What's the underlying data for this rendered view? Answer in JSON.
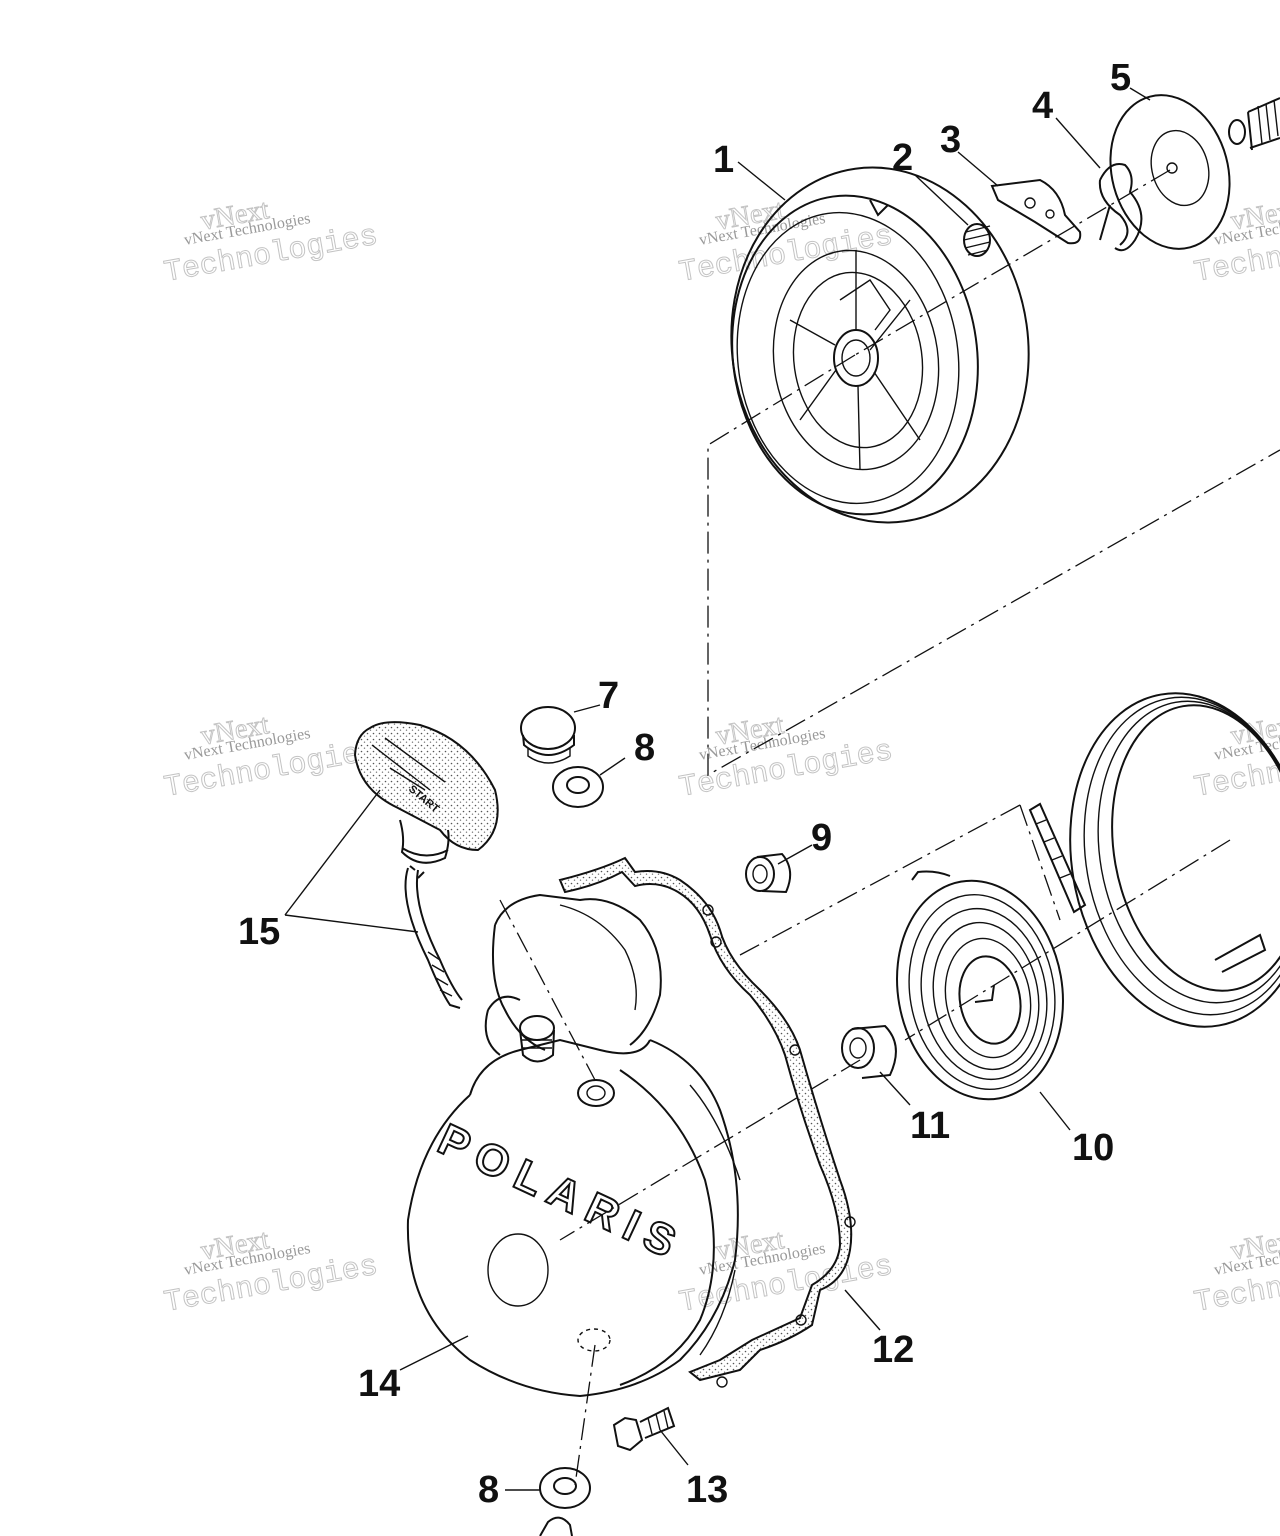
{
  "diagram": {
    "callouts": [
      {
        "id": "1",
        "text": "1"
      },
      {
        "id": "2",
        "text": "2"
      },
      {
        "id": "3",
        "text": "3"
      },
      {
        "id": "4",
        "text": "4"
      },
      {
        "id": "5",
        "text": "5"
      },
      {
        "id": "7",
        "text": "7"
      },
      {
        "id": "8a",
        "text": "8"
      },
      {
        "id": "9",
        "text": "9"
      },
      {
        "id": "10",
        "text": "10"
      },
      {
        "id": "11",
        "text": "11"
      },
      {
        "id": "12",
        "text": "12"
      },
      {
        "id": "13",
        "text": "13"
      },
      {
        "id": "14",
        "text": "14"
      },
      {
        "id": "15",
        "text": "15"
      },
      {
        "id": "8b",
        "text": "8"
      }
    ],
    "handle_text": "START",
    "cover_brand": "POLARIS"
  },
  "watermark": {
    "small_text": "vNext Technologies",
    "big_text": "Technologies",
    "logo_text": "vNext"
  }
}
